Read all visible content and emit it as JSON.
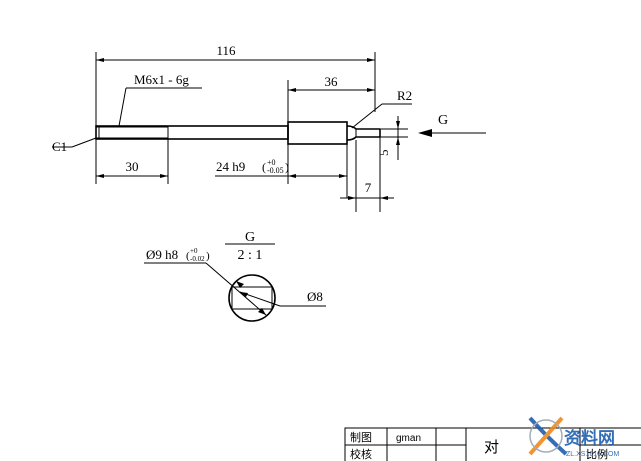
{
  "drawing": {
    "dim_total": "116",
    "dim_head": "36",
    "dim_thread": "30",
    "dim_groove": "7",
    "dim_step": "5",
    "thread_spec": "M6x1 - 6g",
    "chamfer": "C1",
    "radius": "R2",
    "fit_main": "24 h9",
    "fit_main_upper": "+0",
    "fit_main_lower": "-0.05",
    "view_arrow": "G"
  },
  "detail": {
    "view_label": "G",
    "scale": "2 : 1",
    "dia_outer": "Ø9 h8",
    "dia_outer_upper": "+0",
    "dia_outer_lower": "-0.02",
    "dia_inner": "Ø8"
  },
  "title_block": {
    "row1_label": "制图",
    "row1_value": "gman",
    "row2_label": "校核",
    "part_title": "对",
    "ratio_label": "比例"
  },
  "watermark": {
    "text": "资料网",
    "url": "ZL.XS1616.COM"
  },
  "colors": {
    "line": "#000000",
    "watermark_blue": "#1f5fb0",
    "watermark_orange": "#f08a1c",
    "watermark_gray": "#9aa6b2"
  }
}
